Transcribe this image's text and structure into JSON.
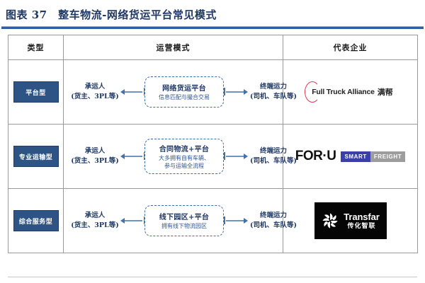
{
  "title": {
    "label": "图表 37",
    "text": "图表 37　整车物流-网络货运平台常见模式"
  },
  "table": {
    "headers": [
      "类型",
      "运营模式",
      "代表企业"
    ],
    "rows": [
      {
        "type": "平台型",
        "source_line1": "承运人",
        "source_line2": "(货主、3PL等)",
        "box_title": "网络货运平台",
        "box_sub_line1": "信息匹配与撮合交易",
        "box_sub_line2": "",
        "dest_line1": "终端运力",
        "dest_line2": "(司机、车队等)",
        "company": {
          "kind": "full-truck-alliance",
          "en": "Full Truck Alliance",
          "cn": "满帮",
          "accent": "#e8384f"
        }
      },
      {
        "type": "专业运输型",
        "source_line1": "承运人",
        "source_line2": "(货主、3PL等)",
        "box_title": "合同物流+平台",
        "box_sub_line1": "大多拥有自有车辆、",
        "box_sub_line2": "参与运输全流程",
        "dest_line1": "终端运力",
        "dest_line2": "(司机、车队等)",
        "company": {
          "kind": "for-u",
          "mark": "FOR·U",
          "tag1": "SMART",
          "tag2": "FREIGHT",
          "tag1_color": "#3b3fa8",
          "tag2_color": "#9d9d9d"
        }
      },
      {
        "type": "综合服务型",
        "source_line1": "承运人",
        "source_line2": "(货主、3PL等)",
        "box_title": "线下园区+平台",
        "box_sub_line1": "拥有线下物流园区",
        "box_sub_line2": "",
        "dest_line1": "终端运力",
        "dest_line2": "(司机、车队等)",
        "company": {
          "kind": "transfar",
          "en": "Transfar",
          "cn": "传化智联",
          "bg": "#050505"
        }
      }
    ]
  },
  "style": {
    "title_color": "#1f3864",
    "rule_color": "#2e5fa3",
    "badge_bg": "#2e5486",
    "arrow_color": "#4472a8",
    "dash_color": "#3c6caa"
  }
}
